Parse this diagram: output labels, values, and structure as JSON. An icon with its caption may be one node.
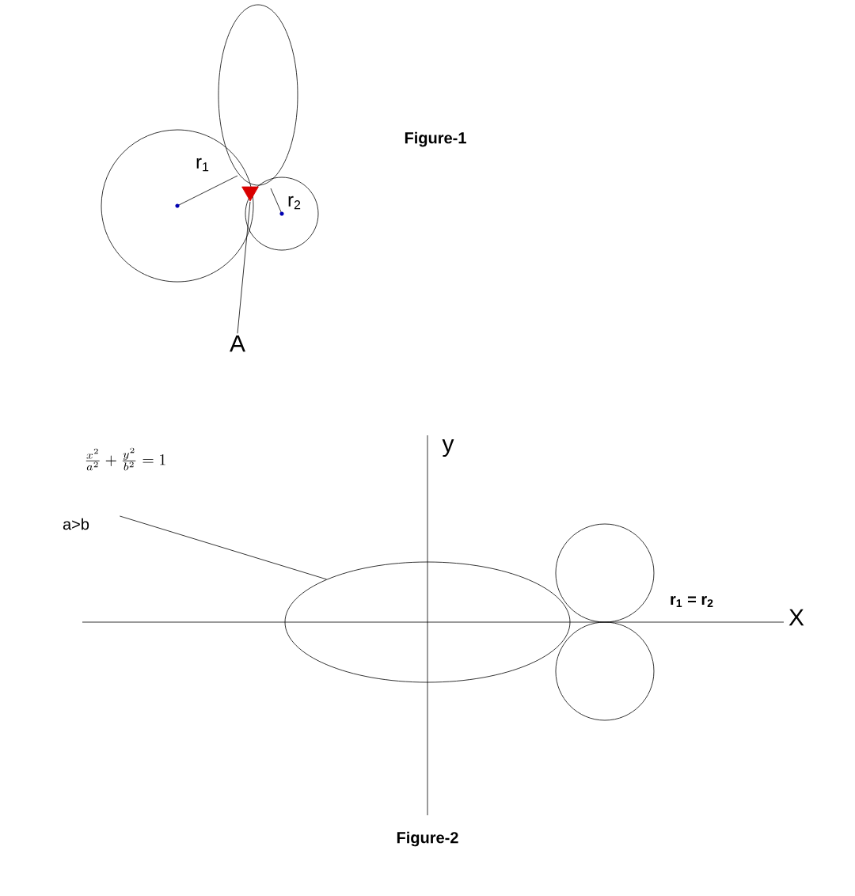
{
  "diagram": {
    "nodes": [
      {
        "text": [],
        "shape": "ellipse"
      },
      {
        "text": [],
        "shape": "circle"
      },
      {
        "text": [],
        "shape": "circle"
      },
      {
        "text": [],
        "shape": "triangle"
      },
      {
        "text": [
          "A"
        ]
      },
      {
        "text": [
          "a>b"
        ]
      },
      {
        "text": [],
        "shape": "ellipse"
      },
      {
        "text": [],
        "shape": "circle"
      },
      {
        "text": [],
        "shape": "circle"
      }
    ],
    "edges": [
      {
        "from": 4,
        "to": 3,
        "arrow": "none"
      },
      {
        "from": 5,
        "to": 6,
        "arrow": "none"
      }
    ],
    "labels": [
      "Figure-1",
      "r$_{1}$",
      "r$_{2}$",
      "\\frac{x^2}{a^2}+\\frac{y^2}{b^2}=1",
      "y",
      "X",
      "r$_{1}$ = r$_{2}$",
      "Figure-2"
    ]
  }
}
